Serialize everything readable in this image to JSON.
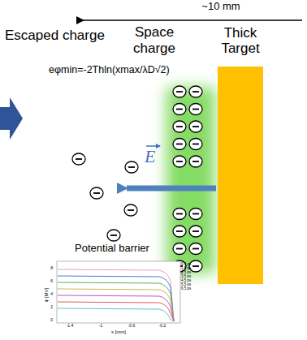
{
  "diagram": {
    "nodes": [
      {
        "text": [
          "Thick Target"
        ]
      }
    ],
    "labels": [
      "~10 mm",
      "Escaped charge",
      "Space charge",
      "eφmin=-2Thln(xmax/λD√2)",
      "E",
      "Potential barrier",
      "ϕ [MV]",
      "x [mm]",
      "0",
      "2",
      "4",
      "6",
      "8",
      "-1.4",
      "-1",
      "-0.6",
      "-0.2",
      "0.5 ps",
      "1.5 ps",
      "2.5 ps",
      "3.5 ps",
      "4.5 ps",
      "5.5 ps",
      "6.5 ps"
    ]
  }
}
